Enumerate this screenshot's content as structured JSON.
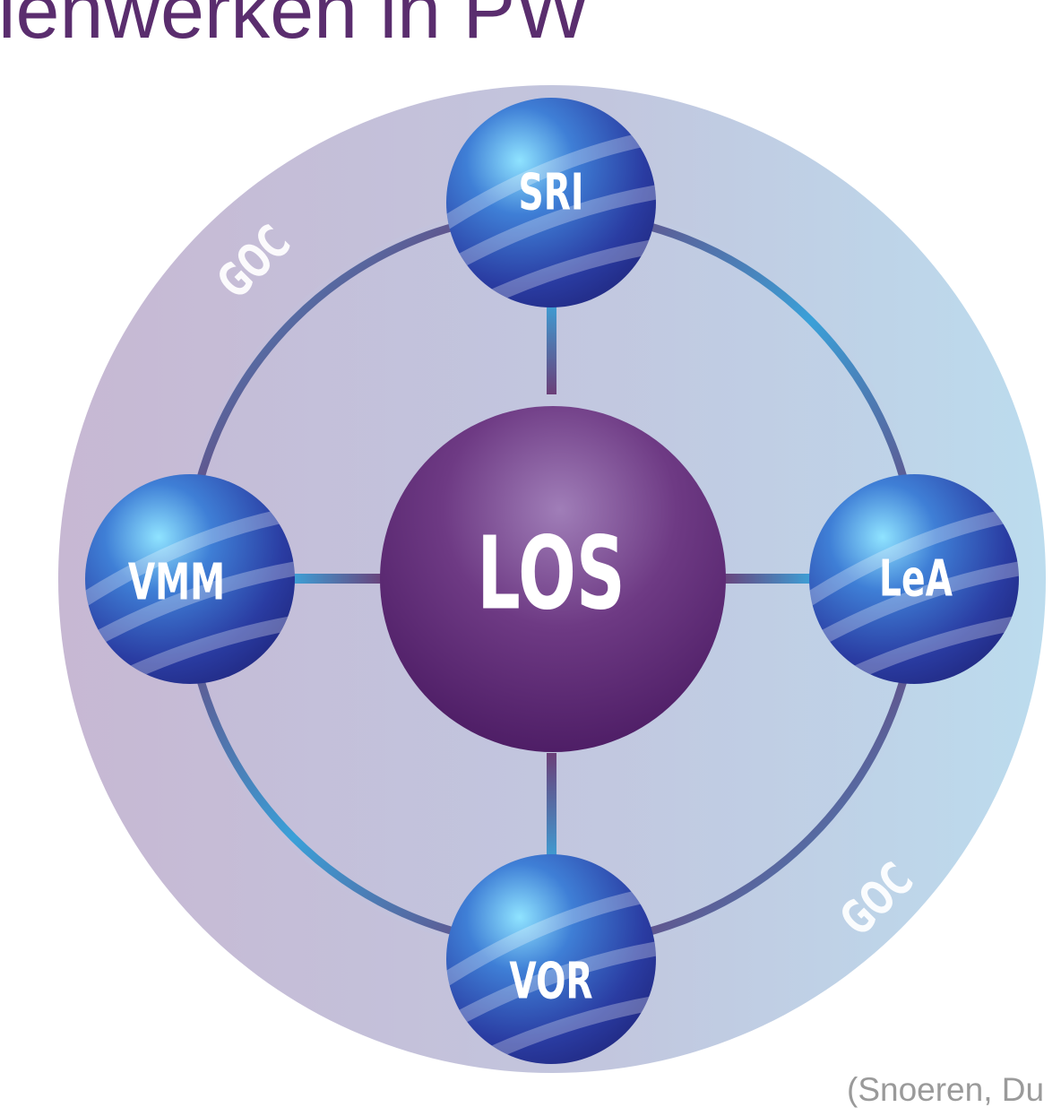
{
  "title": "ienwerken in PW",
  "center_node": {
    "label": "LOS",
    "color": "#6a2f7e"
  },
  "nodes": [
    {
      "id": "sri",
      "label": "SRI"
    },
    {
      "id": "lea",
      "label": "LeA"
    },
    {
      "id": "vor",
      "label": "VOR"
    },
    {
      "id": "vmm",
      "label": "VMM"
    }
  ],
  "ring_labels": [
    "GOC",
    "GOC"
  ],
  "citation": "(Snoeren, Du",
  "colors": {
    "title": "#5a2d6e",
    "outer_circle_left": "#c3b6d2",
    "outer_circle_right": "#bcdaec",
    "inner_ring_purple": "#6e3c6e",
    "inner_ring_blue": "#3aa0d8",
    "sphere_blue": "#2b3da0",
    "citation": "#9a9a9a"
  }
}
